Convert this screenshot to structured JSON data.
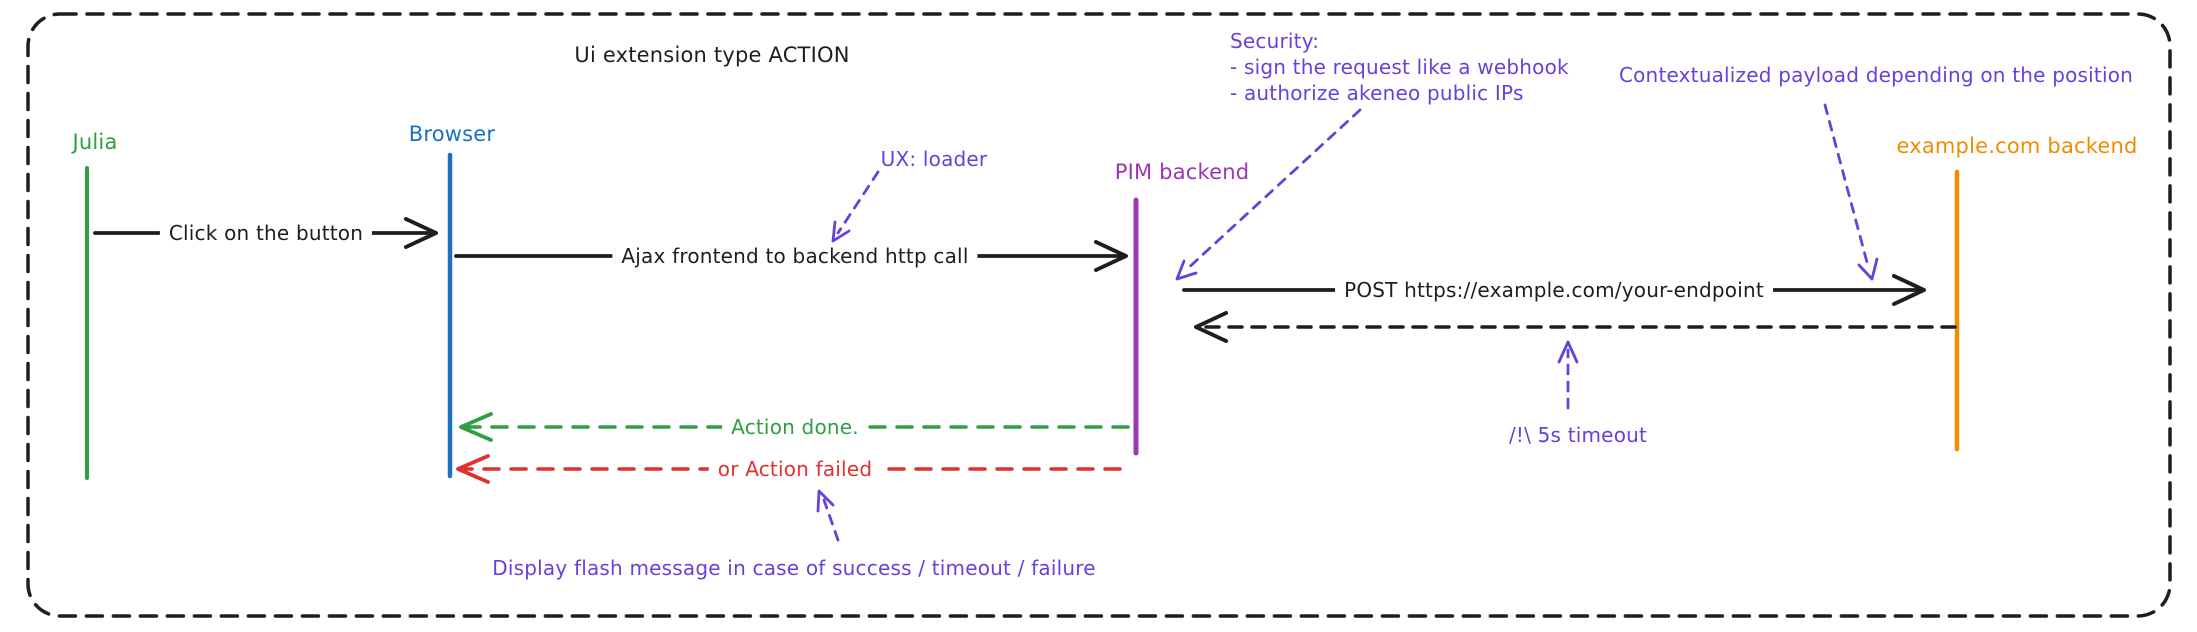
{
  "diagram": {
    "title": "Ui extension type ACTION",
    "actors": [
      {
        "id": "julia",
        "label": "Julia",
        "color": "#2f9e44"
      },
      {
        "id": "browser",
        "label": "Browser",
        "color": "#1971c2"
      },
      {
        "id": "pim-backend",
        "label": "PIM backend",
        "color": "#9c36b5"
      },
      {
        "id": "example-backend",
        "label": "example.com backend",
        "color": "#f08c00"
      }
    ],
    "messages": [
      {
        "id": "click",
        "from": "Julia",
        "to": "Browser",
        "label": "Click on the button",
        "line": "solid",
        "color": "#1e1e1e"
      },
      {
        "id": "ajax",
        "from": "Browser",
        "to": "PIM backend",
        "label": "Ajax frontend to backend http call",
        "line": "solid",
        "color": "#1e1e1e"
      },
      {
        "id": "post",
        "from": "PIM backend",
        "to": "example.com backend",
        "label": "POST https://example.com/your-endpoint",
        "line": "solid",
        "color": "#1e1e1e"
      },
      {
        "id": "endpoint-response",
        "from": "example.com backend",
        "to": "PIM backend",
        "label": "",
        "line": "dashed",
        "color": "#1e1e1e"
      },
      {
        "id": "action-done",
        "from": "PIM backend",
        "to": "Browser",
        "label": "Action done.",
        "line": "dashed",
        "color": "#2f9e44"
      },
      {
        "id": "action-failed",
        "from": "PIM backend",
        "to": "Browser",
        "label": "or Action failed",
        "line": "dashed",
        "color": "#e03131"
      }
    ],
    "annotations": [
      {
        "id": "ux-loader",
        "text": "UX: loader",
        "color": "#6741d9"
      },
      {
        "id": "security",
        "lines": [
          "Security:",
          "- sign the request like a webhook",
          "- authorize akeneo public IPs"
        ],
        "color": "#6741d9"
      },
      {
        "id": "contextualized-payload",
        "text": "Contextualized payload depending on the position",
        "color": "#6741d9"
      },
      {
        "id": "timeout",
        "text": "/!\\ 5s timeout",
        "color": "#6741d9"
      },
      {
        "id": "flash-message",
        "text": "Display flash message in case of success / timeout / failure",
        "color": "#6741d9"
      }
    ]
  }
}
